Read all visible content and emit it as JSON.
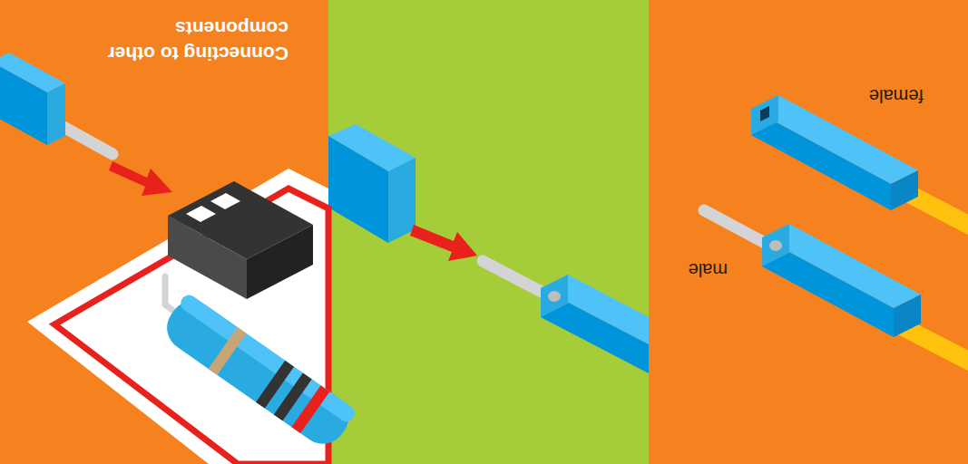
{
  "diagram": {
    "labels": [
      "Connecting to other components",
      "female",
      "male"
    ]
  }
}
